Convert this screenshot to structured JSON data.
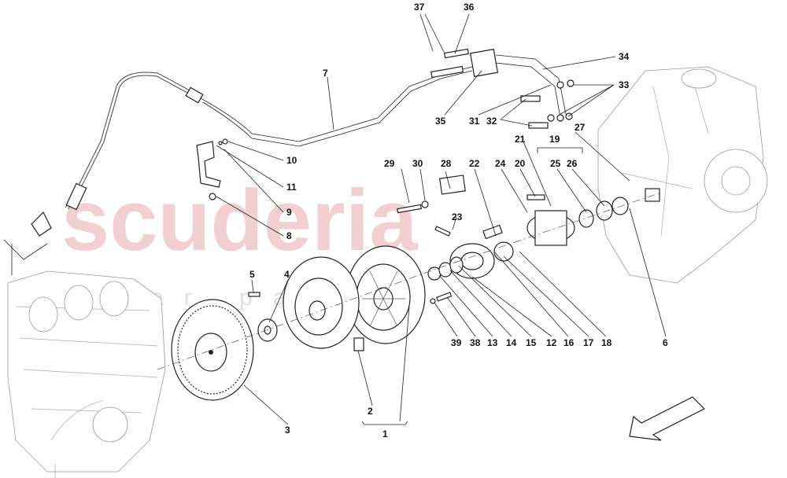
{
  "watermark": {
    "brand": "scuderia",
    "sub": "car parts"
  },
  "callouts": [
    {
      "id": "37",
      "text": "37"
    },
    {
      "id": "36",
      "text": "36"
    },
    {
      "id": "34",
      "text": "34"
    },
    {
      "id": "7",
      "text": "7"
    },
    {
      "id": "33",
      "text": "33"
    },
    {
      "id": "35",
      "text": "35"
    },
    {
      "id": "31",
      "text": "31"
    },
    {
      "id": "32",
      "text": "32"
    },
    {
      "id": "27",
      "text": "27"
    },
    {
      "id": "21",
      "text": "21"
    },
    {
      "id": "19",
      "text": "19"
    },
    {
      "id": "10",
      "text": "10"
    },
    {
      "id": "29",
      "text": "29"
    },
    {
      "id": "30",
      "text": "30"
    },
    {
      "id": "28",
      "text": "28"
    },
    {
      "id": "22",
      "text": "22"
    },
    {
      "id": "24",
      "text": "24"
    },
    {
      "id": "20",
      "text": "20"
    },
    {
      "id": "25",
      "text": "25"
    },
    {
      "id": "26",
      "text": "26"
    },
    {
      "id": "11",
      "text": "11"
    },
    {
      "id": "9",
      "text": "9"
    },
    {
      "id": "23",
      "text": "23"
    },
    {
      "id": "8",
      "text": "8"
    },
    {
      "id": "5",
      "text": "5"
    },
    {
      "id": "4",
      "text": "4"
    },
    {
      "id": "39",
      "text": "39"
    },
    {
      "id": "38",
      "text": "38"
    },
    {
      "id": "13",
      "text": "13"
    },
    {
      "id": "14",
      "text": "14"
    },
    {
      "id": "15",
      "text": "15"
    },
    {
      "id": "12",
      "text": "12"
    },
    {
      "id": "16",
      "text": "16"
    },
    {
      "id": "17",
      "text": "17"
    },
    {
      "id": "18",
      "text": "18"
    },
    {
      "id": "6",
      "text": "6"
    },
    {
      "id": "3",
      "text": "3"
    },
    {
      "id": "2",
      "text": "2"
    },
    {
      "id": "1",
      "text": "1"
    }
  ]
}
